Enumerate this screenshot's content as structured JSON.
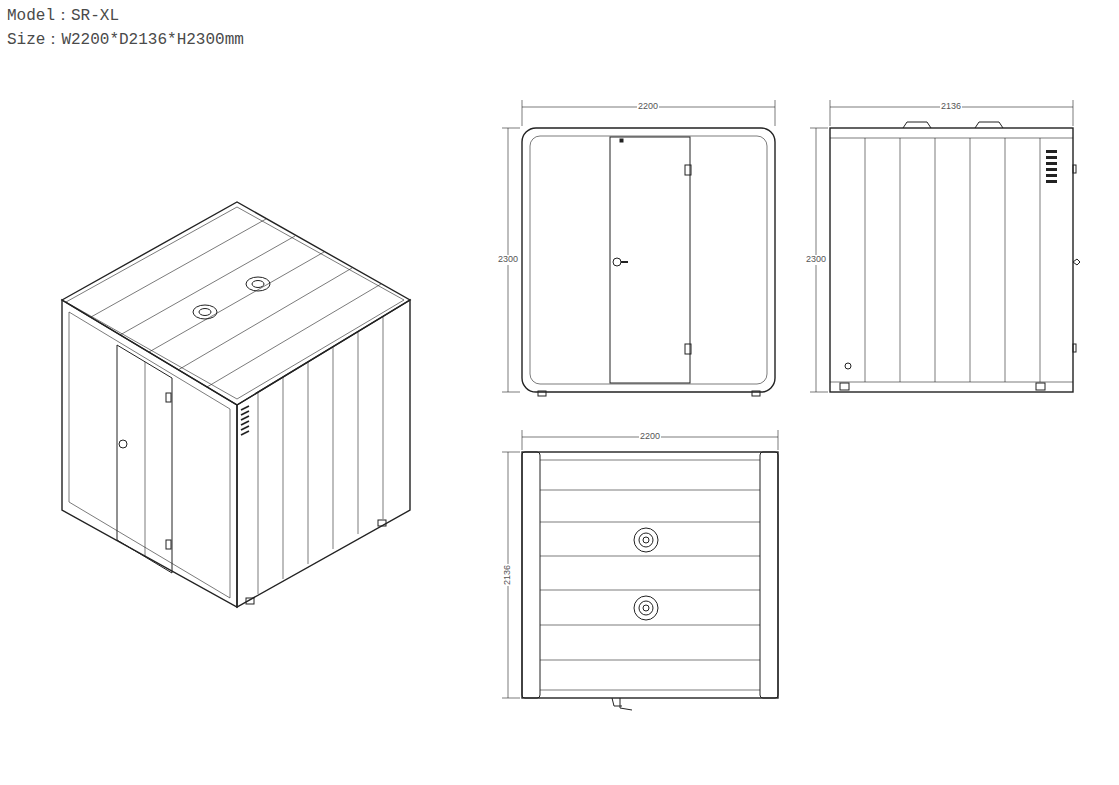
{
  "diagram": {
    "labels": [
      "Model：SR-XL",
      "Size：W2200*D2136*H2300mm",
      "2200",
      "2300",
      "2136",
      "2300",
      "2200",
      "2136"
    ]
  }
}
